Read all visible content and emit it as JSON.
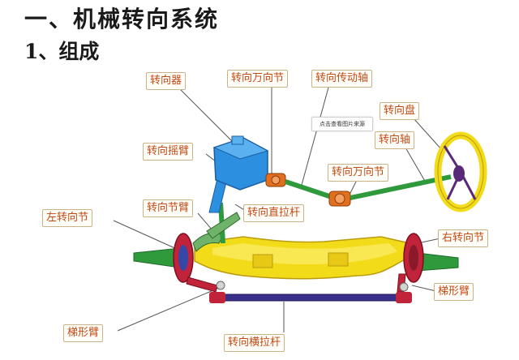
{
  "title": "一、机械转向系统",
  "subtitle": "1、组成",
  "tooltip": "点击查看图片来源",
  "labels": {
    "steering_gear": "转向器",
    "universal_joint_1": "转向万向节",
    "transmission_shaft": "转向传动轴",
    "steering_wheel": "转向盘",
    "steering_shaft": "转向轴",
    "pitman_arm": "转向摇臂",
    "universal_joint_2": "转向万向节",
    "knuckle_arm": "转向节臂",
    "drag_link": "转向直拉杆",
    "left_knuckle": "左转向节",
    "right_knuckle": "右转向节",
    "trapezoid_arm_right": "梯形臂",
    "trapezoid_arm_left": "梯形臂",
    "tie_rod": "转向横拉杆"
  },
  "colors": {
    "axle": "#f2dc1a",
    "steering_box": "#2d8fe0",
    "shaft": "#2f9a3c",
    "joint": "#e07020",
    "knuckle": "#c0233a",
    "tie_rod": "#3a2f8a",
    "label_text": "#c24a14"
  }
}
